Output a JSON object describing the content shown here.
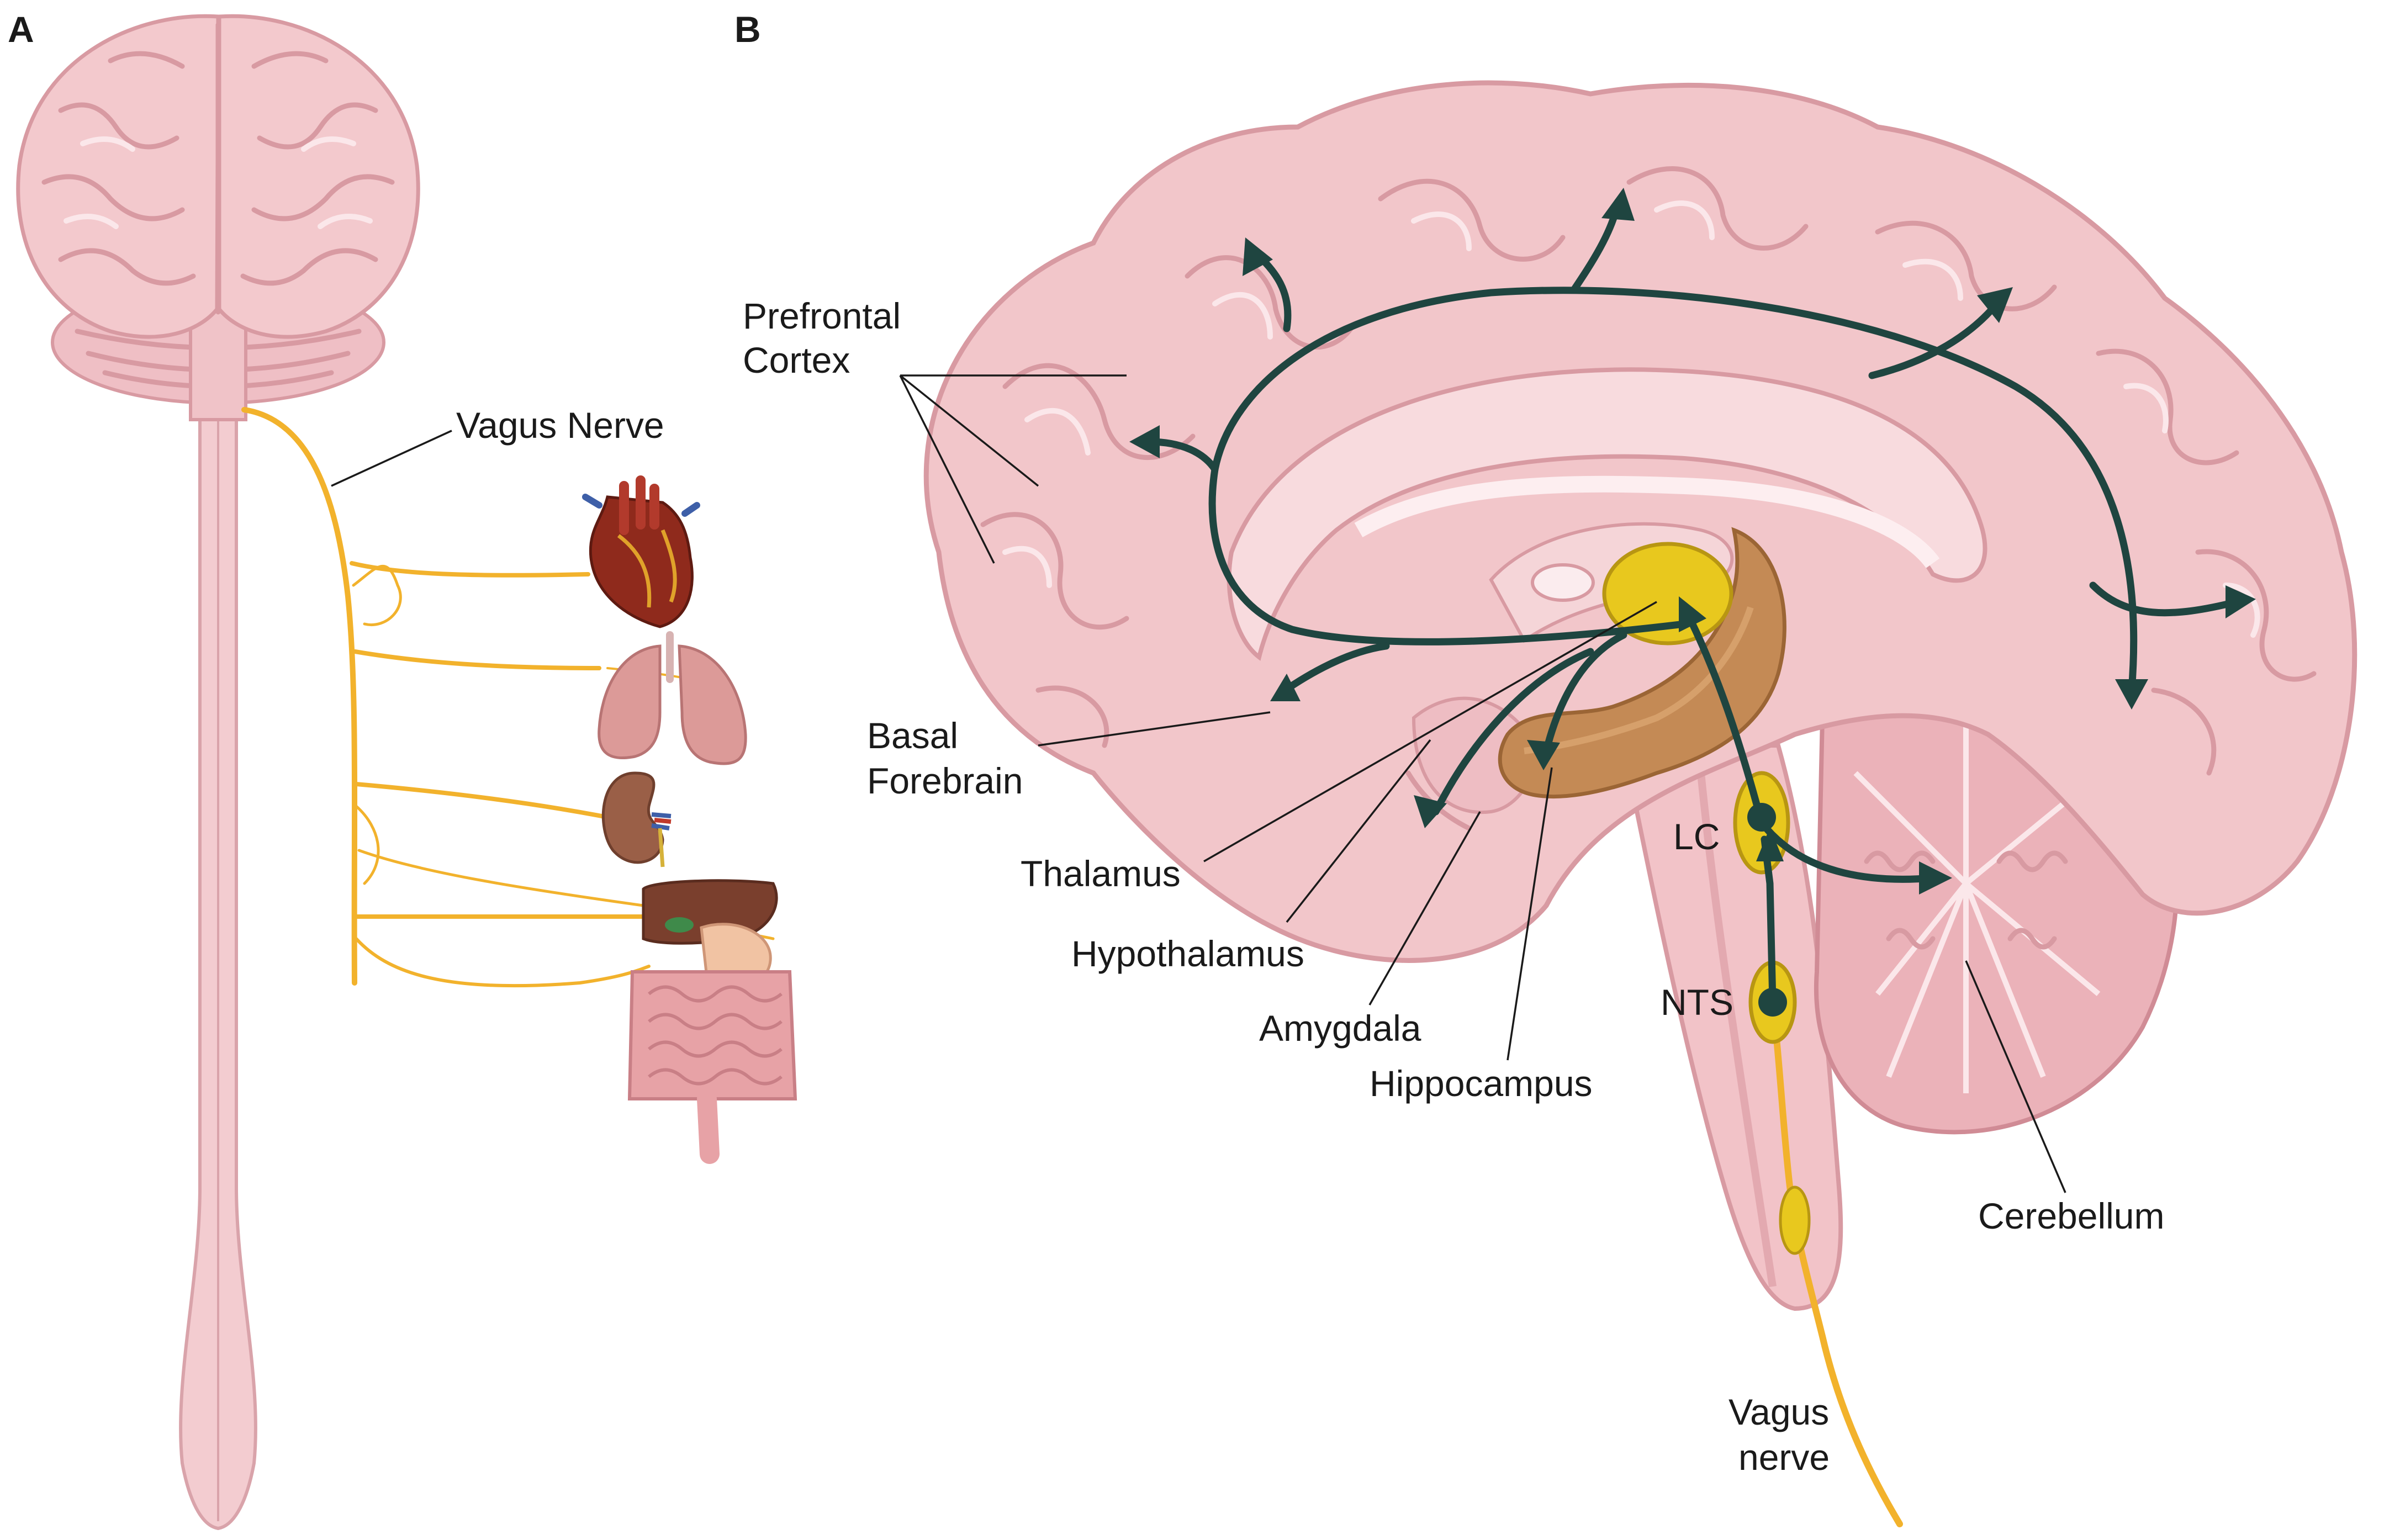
{
  "panels": {
    "a": {
      "letter": "A",
      "vagus_label": "Vagus Nerve"
    },
    "b": {
      "letter": "B",
      "labels": {
        "prefrontal_line1": "Prefrontal",
        "prefrontal_line2": "Cortex",
        "basal_line1": "Basal",
        "basal_line2": "Forebrain",
        "thalamus": "Thalamus",
        "hypothalamus": "Hypothalamus",
        "amygdala": "Amygdala",
        "hippocampus": "Hippocampus",
        "lc": "LC",
        "nts": "NTS",
        "cerebellum": "Cerebellum",
        "vagus_line1": "Vagus",
        "vagus_line2": "nerve"
      }
    }
  },
  "colors": {
    "brain_tissue": "#f2c6ca",
    "brain_outline": "#d89aa2",
    "nerve": "#f2b22c",
    "pathway": "#1f4540",
    "nucleus": "#e8c81e",
    "hippocampus": "#c48a55",
    "heart": "#8f2a1c",
    "lungs": "#dc9a98",
    "kidney": "#9a5f47",
    "liver": "#7a3f2d",
    "intestine": "#e7a2a6"
  },
  "icons": [
    "heart-icon",
    "lungs-icon",
    "kidney-icon",
    "digestive-organs-icon",
    "brain-icon",
    "spinal-cord-icon"
  ]
}
